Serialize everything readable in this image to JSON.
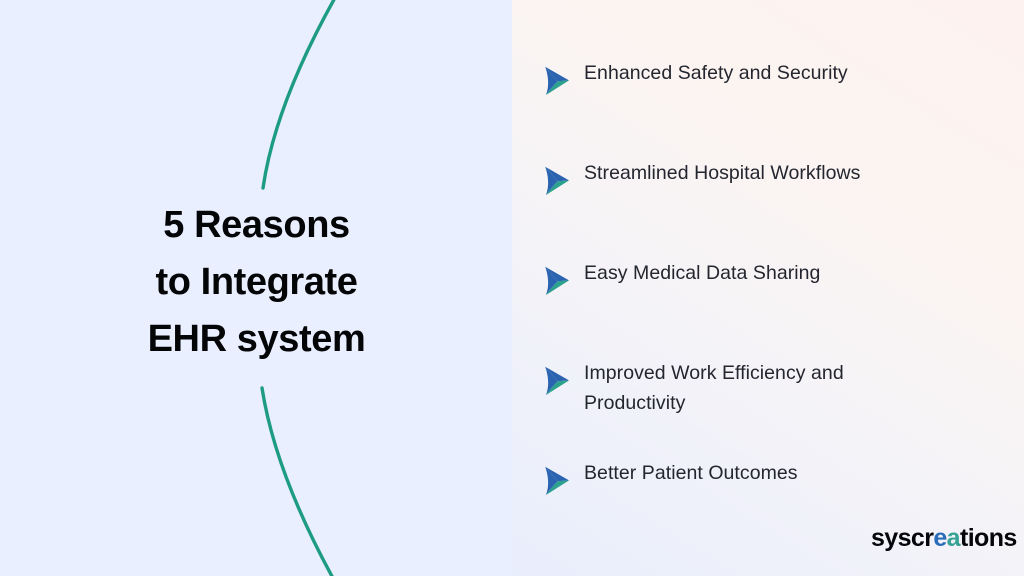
{
  "slide": {
    "title_lines": [
      "5 Reasons",
      "to Integrate",
      "EHR system"
    ],
    "title_color": "#040507"
  },
  "colors": {
    "background_left": "#eaefff",
    "background_right_start": "#e9eefc",
    "background_right_end": "#fdf2ef",
    "arc_stroke": "#1d9c82",
    "arrow_top": "#2a63b0",
    "arrow_bottom": "#2ba18e",
    "text": "#24262f",
    "logo_black": "#05060a",
    "logo_e_blue": "#2a6cb8",
    "logo_a_teal": "#36a195"
  },
  "list": {
    "marker_icon": "arrow-right-icon",
    "items": [
      {
        "label": "Enhanced Safety and Security"
      },
      {
        "label": "Streamlined Hospital Workflows"
      },
      {
        "label": "Easy Medical Data Sharing"
      },
      {
        "label": "Improved Work Efficiency and Productivity"
      },
      {
        "label": "Better Patient Outcomes"
      }
    ]
  },
  "logo": {
    "full_text": "syscreations",
    "part_1": "syscr",
    "part_e": "e",
    "part_a": "a",
    "part_2": "tions"
  }
}
